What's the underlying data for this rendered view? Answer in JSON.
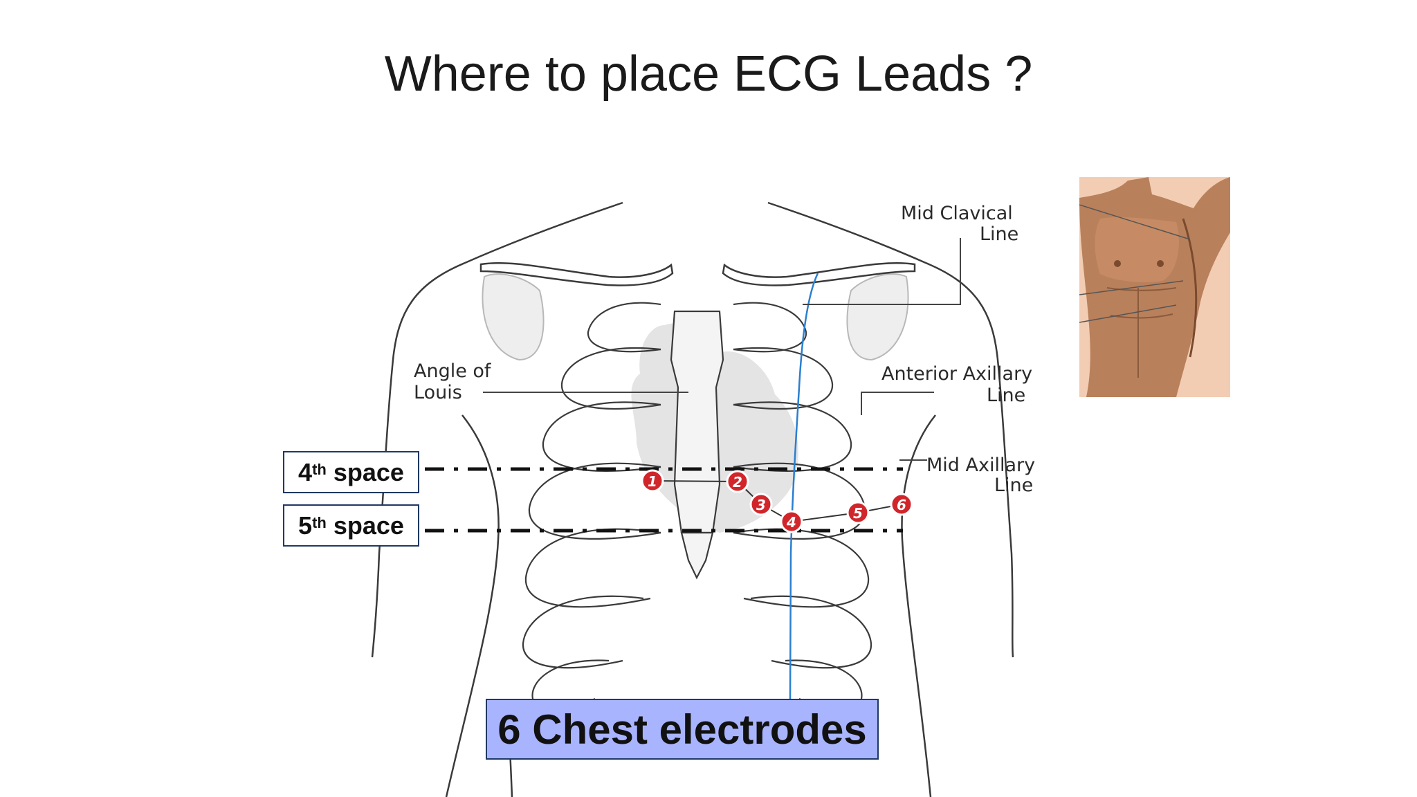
{
  "slide": {
    "title": "Where to place ECG Leads ?"
  },
  "labels": {
    "mid_clavical_1": "Mid Clavical",
    "mid_clavical_2": "Line",
    "angle_1": "Angle of",
    "angle_2": "Louis",
    "anterior_1": "Anterior Axillary",
    "anterior_2": "Line",
    "mid_axillary_1": "Mid Axillary",
    "mid_axillary_2": "Line"
  },
  "spaces": {
    "fourth_num": "4",
    "fourth_sup": "th",
    "fourth_word": "space",
    "fifth_num": "5",
    "fifth_sup": "th",
    "fifth_word": "space"
  },
  "electrodes": [
    "1",
    "2",
    "3",
    "4",
    "5",
    "6"
  ],
  "callout": "6 Chest electrodes",
  "colors": {
    "callout_fill": "#a9b4ff",
    "box_border": "#1f3864",
    "electrode_red": "#d0262b",
    "guide_line_blue": "#2a7fd0",
    "skin": "#f2cdb3"
  }
}
